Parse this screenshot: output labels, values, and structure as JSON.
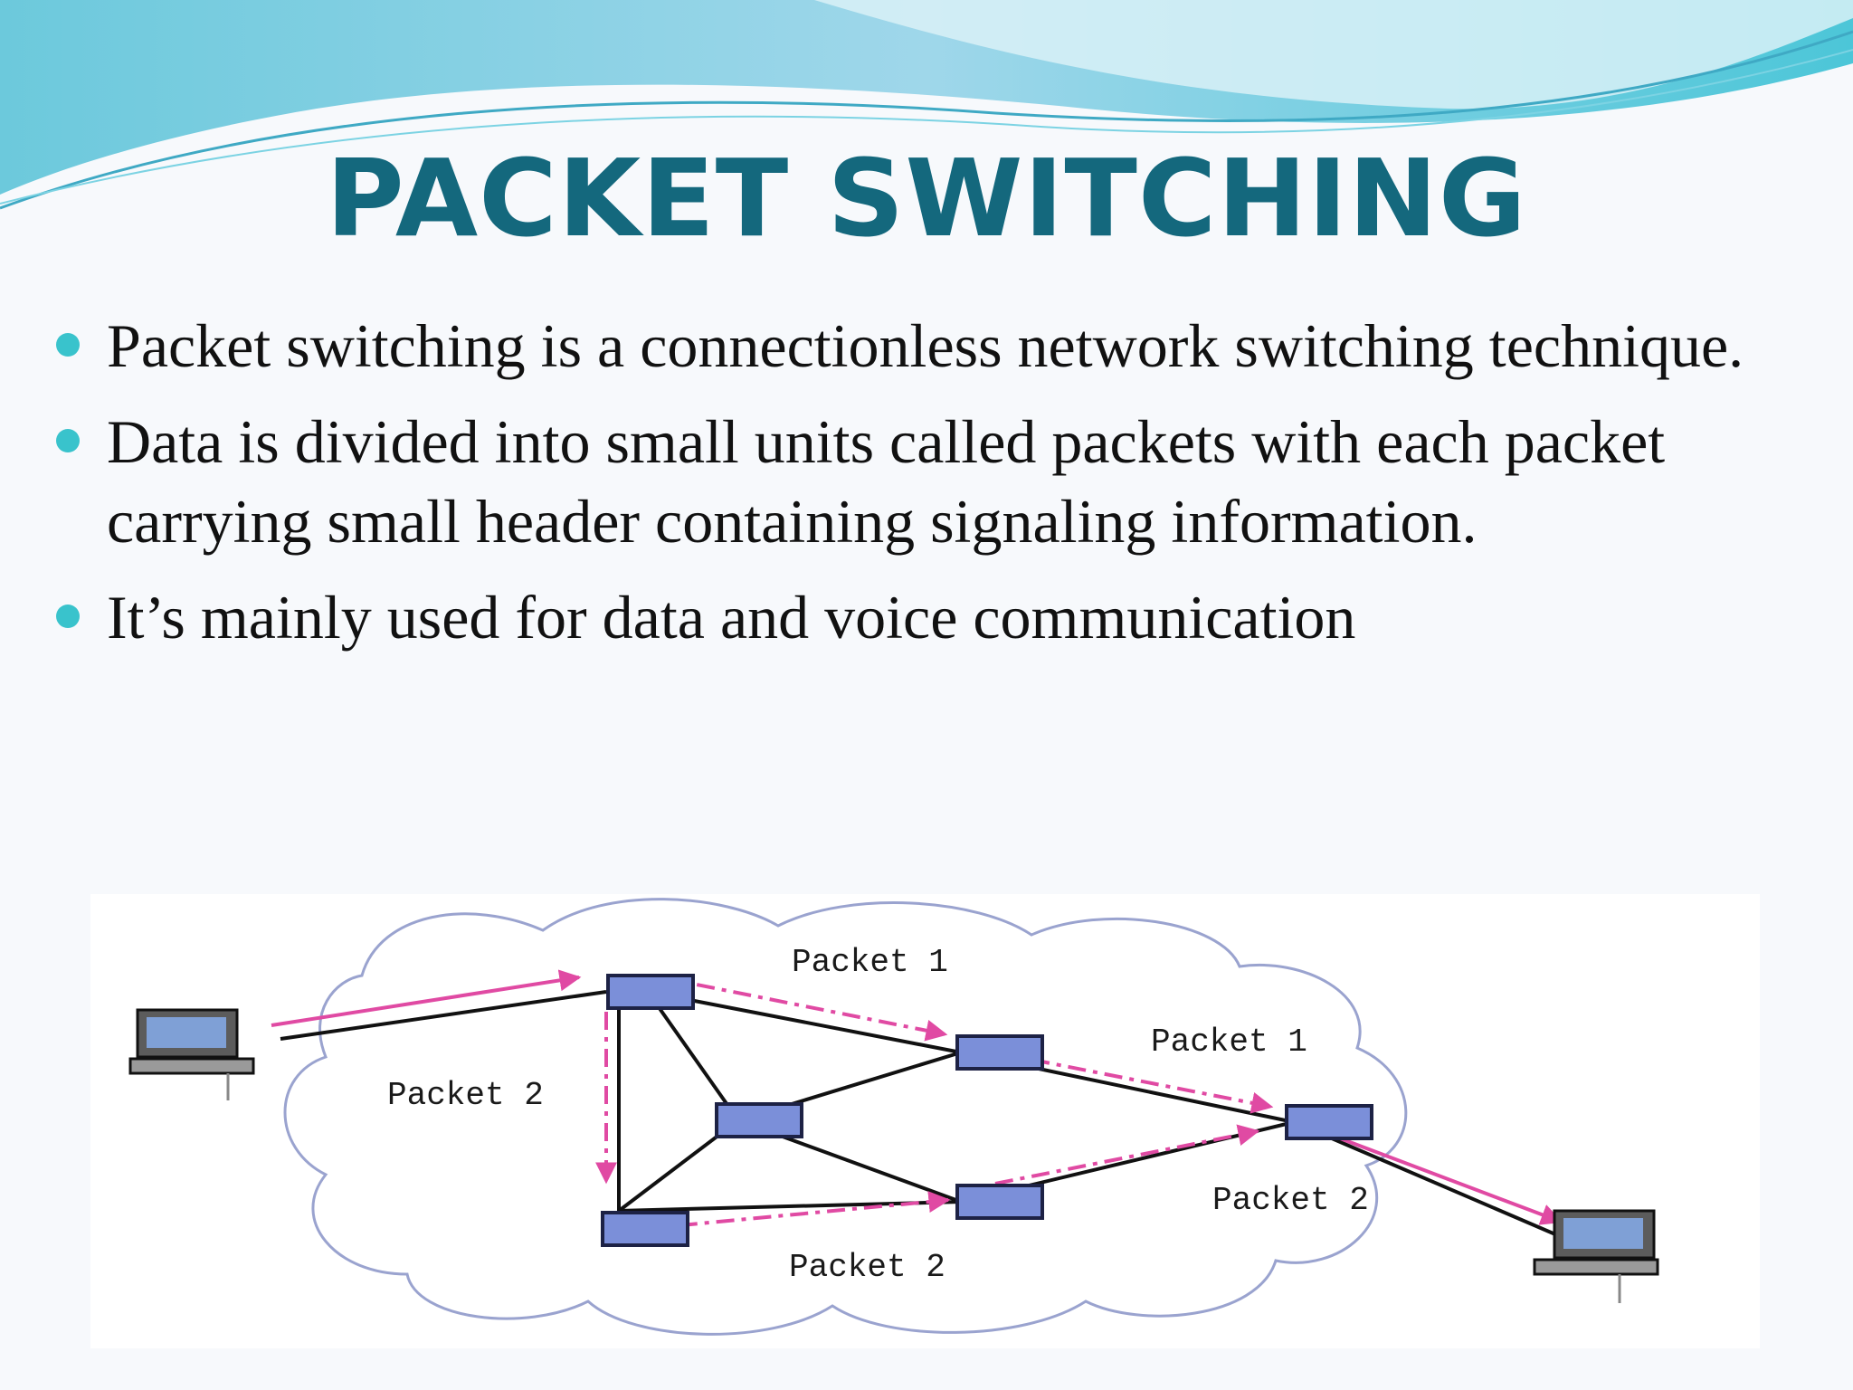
{
  "slide": {
    "title": "PACKET SWITCHING",
    "bullets": [
      "Packet switching is a connectionless network switching technique.",
      "Data is divided into small units called packets with each packet carrying small header containing signaling information.",
      "It’s mainly used for data and voice communication"
    ]
  },
  "diagram": {
    "labels": {
      "packet1_top": "Packet 1",
      "packet1_right": "Packet 1",
      "packet2_left": "Packet 2",
      "packet2_right": "Packet 2",
      "packet2_bottom": "Packet 2"
    }
  },
  "colors": {
    "title": "#14687d",
    "bullet": "#39c3cc",
    "node_fill": "#7b8fd9",
    "node_stroke": "#1d2245",
    "arrow": "#e04aa3",
    "cloud_stroke": "#9aa3cf"
  }
}
